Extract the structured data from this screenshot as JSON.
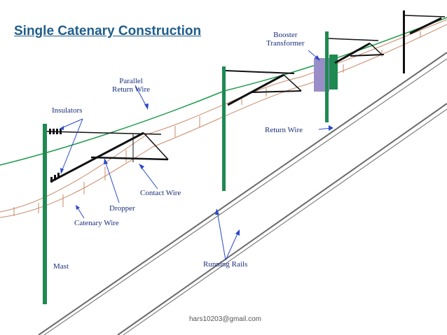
{
  "title": "Single Catenary Construction",
  "labels": {
    "booster_line1": "Booster",
    "booster_line2": "Transformer",
    "parallel_line1": "Parallel",
    "parallel_line2": "Return Wire",
    "insulators": "Insulators",
    "return_wire": "Return Wire",
    "contact_wire": "Contact Wire",
    "dropper": "Dropper",
    "catenary_wire": "Catenary Wire",
    "mast": "Mast",
    "running_rails": "Running Rails"
  },
  "footer": {
    "email": "hars10203@gmail.com"
  },
  "colors": {
    "title": "#1f5d8a",
    "label": "#1a2e7a",
    "return_wire": "#1f9a4a",
    "catenary": "#c98a68",
    "mast": "#1e8a52",
    "booster": "#9a8ec9",
    "rails": "#6a6a6a"
  }
}
